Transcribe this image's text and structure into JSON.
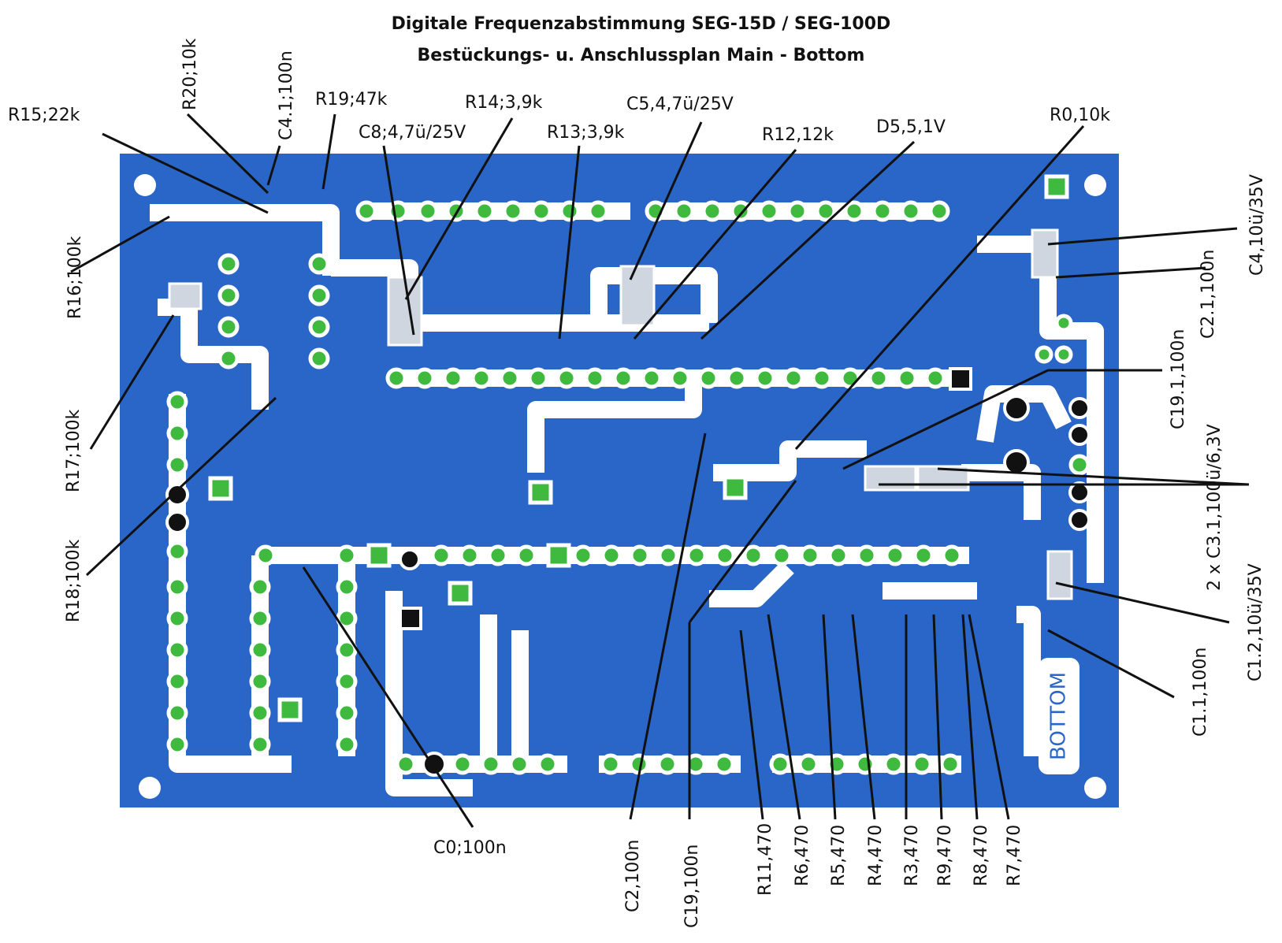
{
  "title": "Digitale Frequenzabstimmung SEG-15D / SEG-100D",
  "subtitle": "Bestückungs- u. Anschlussplan Main - Bottom",
  "board_marking": "BOTTOM",
  "colors": {
    "board": "#2a66c8",
    "copper": "#ffffff",
    "pad": "#3fba3f",
    "leader": "#111111"
  },
  "labels": {
    "r15": "R15;22k",
    "r20": "R20;10k",
    "c41": "C4.1;100n",
    "r19": "R19;47k",
    "r14": "R14;3,9k",
    "c8": "C8;4,7ü/25V",
    "c5": "C5,4,7ü/25V",
    "r13": "R13;3,9k",
    "r12": "R12,12k",
    "d5": "D5,5,1V",
    "r0": "R0,10k",
    "c4": "C4,10ü/35V",
    "c21": "C2.1,100n",
    "c191": "C19.1,100n",
    "c31": "2 x C3.1,100ü/6,3V",
    "c12": "C1.2,10ü/35V",
    "c11": "C1.1,100n",
    "r16": "R16;100k",
    "r17": "R17;100k",
    "r18": "R18;100k",
    "c0": "C0;100n",
    "c2": "C2,100n",
    "c19": "C19,100n",
    "r11": "R11,470",
    "r6": "R6,470",
    "r5": "R5,470",
    "r4": "R4,470",
    "r3": "R3,470",
    "r9": "R9,470",
    "r8": "R8,470",
    "r7": "R7,470"
  }
}
